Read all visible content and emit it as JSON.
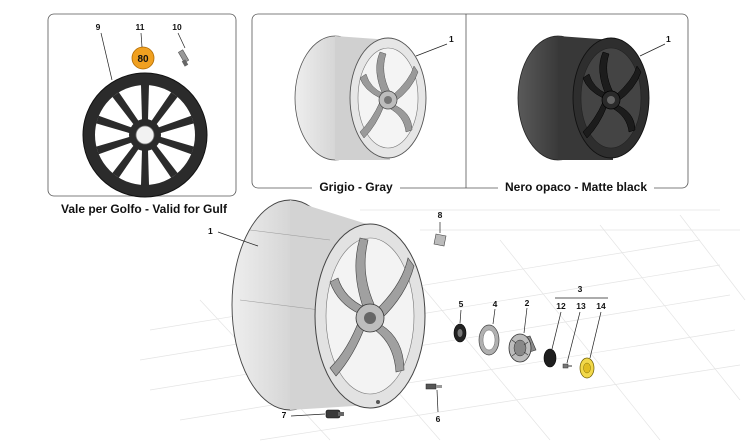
{
  "panels": {
    "gulf": {
      "caption": "Vale per Golfo - Valid for Gulf",
      "badge_text": "80"
    },
    "gray": {
      "caption": "Grigio - Gray"
    },
    "black": {
      "caption": "Nero opaco - Matte black"
    }
  },
  "callouts": {
    "c9": "9",
    "c11": "11",
    "c10": "10",
    "c1_gray": "1",
    "c1_black": "1",
    "c1_main": "1",
    "c8": "8",
    "c5": "5",
    "c4": "4",
    "c2": "2",
    "c3": "3",
    "c12": "12",
    "c13": "13",
    "c14": "14",
    "c7": "7",
    "c6": "6"
  },
  "colors": {
    "outline": "#555555",
    "gray_wheel": "#dcdcdc",
    "black_wheel": "#3c3c3c",
    "badge": "#f0a020"
  }
}
